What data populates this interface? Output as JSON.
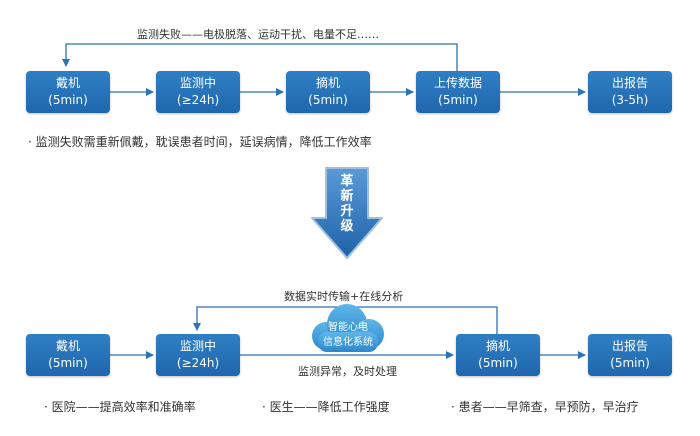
{
  "top_flow": {
    "feedback_label": "监测失败——电极脱落、运动干扰、电量不足……",
    "steps": [
      {
        "title": "戴机",
        "time": "(5min)"
      },
      {
        "title": "监测中",
        "time": "(≥24h)"
      },
      {
        "title": "摘机",
        "time": "(5min)"
      },
      {
        "title": "上传数据",
        "time": "(5min)"
      },
      {
        "title": "出报告",
        "time": "(3-5h)"
      }
    ],
    "note": "· 监测失败需重新佩戴，耽误患者时间，延误病情，降低工作效率"
  },
  "upgrade_arrow": {
    "chars": [
      "革",
      "新",
      "升",
      "级"
    ]
  },
  "bottom_flow": {
    "feedback_label": "数据实时传输+在线分析",
    "cloud_lines": [
      "智能心电",
      "信息化系统"
    ],
    "monitor_label": "监测异常，及时处理",
    "steps": [
      {
        "title": "戴机",
        "time": "(5min)"
      },
      {
        "title": "监测中",
        "time": "(≥24h)"
      },
      {
        "title": "摘机",
        "time": "(5min)"
      },
      {
        "title": "出报告",
        "time": "(5min)"
      }
    ],
    "notes": [
      "· 医院——提高效率和准确率",
      "· 医生——降低工作强度",
      "· 患者——早筛查，早预防，早治疗"
    ]
  },
  "colors": {
    "box": "#2166ad",
    "line": "#2b72b8",
    "arrow_fill": "#2d78bf"
  }
}
